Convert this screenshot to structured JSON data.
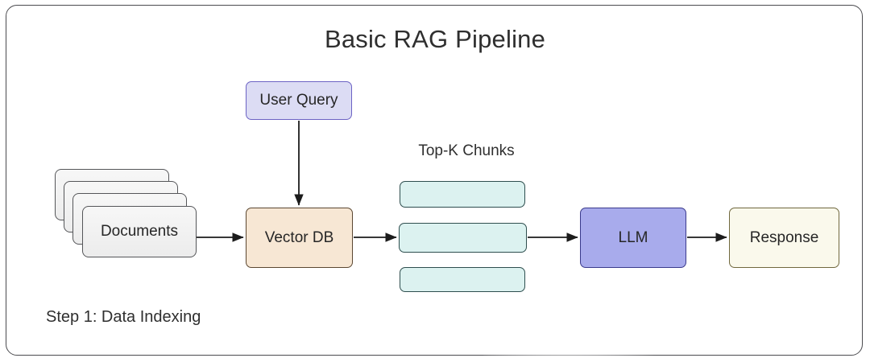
{
  "diagram": {
    "title": "Basic RAG Pipeline",
    "caption": "Step 1: Data Indexing",
    "group_label_topk": "Top-K Chunks",
    "nodes": {
      "user_query": {
        "label": "User Query",
        "fill": "#dcdcf4",
        "stroke": "#6c63c4"
      },
      "documents": {
        "label": "Documents",
        "fill": "#efefef",
        "stroke": "#555659",
        "card_count": 4
      },
      "vector_db": {
        "label": "Vector DB",
        "fill": "#f7e7d4",
        "stroke": "#5b4731"
      },
      "llm": {
        "label": "LLM",
        "fill": "#a8abec",
        "stroke": "#3a3a8c"
      },
      "response": {
        "label": "Response",
        "fill": "#faf9ec",
        "stroke": "#70683e"
      },
      "chunks": [
        {
          "label": "",
          "fill": "#dcf2f0",
          "stroke": "#2e4e4e"
        },
        {
          "label": "",
          "fill": "#dcf2f0",
          "stroke": "#2e4e4e"
        },
        {
          "label": "",
          "fill": "#dcf2f0",
          "stroke": "#2e4e4e"
        }
      ]
    },
    "edges": [
      {
        "from": "documents",
        "to": "vector_db",
        "label": ""
      },
      {
        "from": "user_query",
        "to": "vector_db",
        "label": ""
      },
      {
        "from": "vector_db",
        "to": "chunk_2",
        "label": ""
      },
      {
        "from": "chunk_2",
        "to": "llm",
        "label": ""
      },
      {
        "from": "llm",
        "to": "response",
        "label": ""
      }
    ],
    "frame_color": "#4b4b4f",
    "arrow_color": "#1c1c1c",
    "background": "#ffffff"
  }
}
